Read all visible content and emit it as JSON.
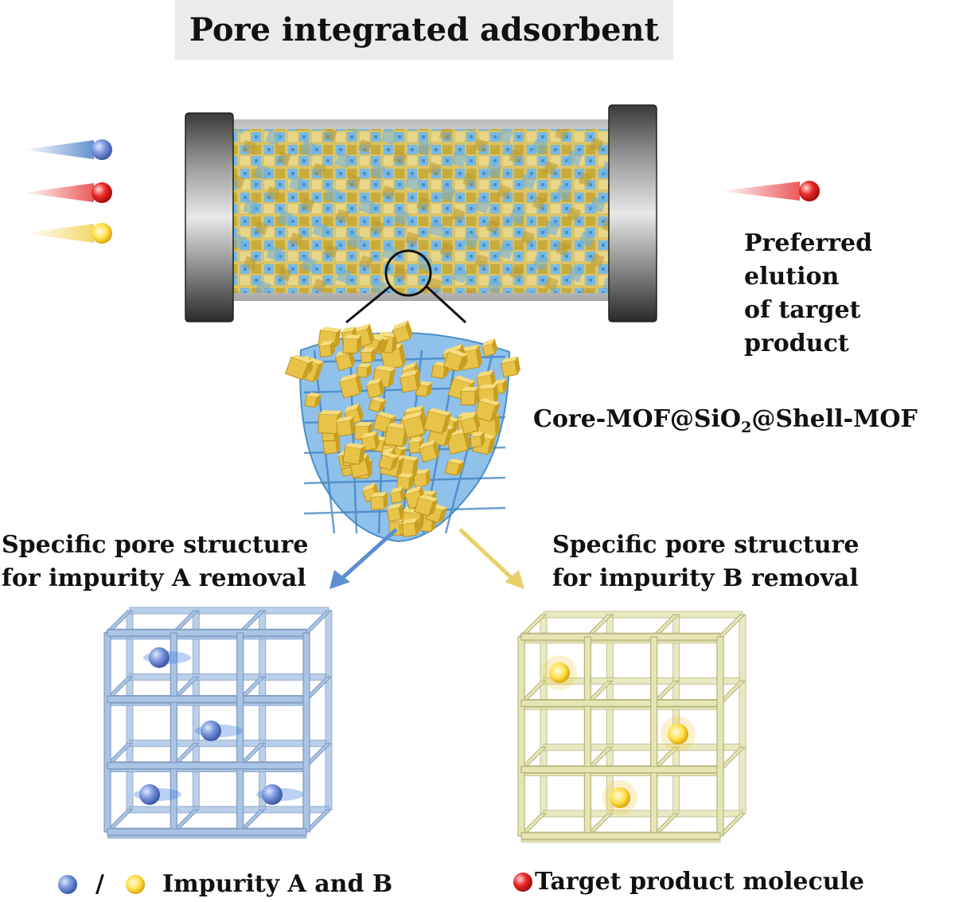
{
  "title": "Pore integrated adsorbent",
  "elution": {
    "line1": "Preferred elution",
    "line2": "of target product"
  },
  "composite": {
    "pre": "Core-MOF@SiO",
    "sub": "2",
    "post": "@Shell-MOF"
  },
  "branch_a": {
    "line1": "Specific pore structure",
    "line2": "for impurity A removal",
    "color": "#5b8fd0"
  },
  "branch_b": {
    "line1": "Specific pore structure",
    "line2": "for impurity B removal",
    "color": "#e8d06a"
  },
  "legend": {
    "slash": "/",
    "impurities": "Impurity A and B",
    "target": "Target product molecule"
  },
  "colors": {
    "impurity_a": "#6f8fd6",
    "impurity_b": "#f4d23a",
    "target": "#e8262a",
    "frame_a": "#aac4e6",
    "frame_b": "#e6e6b4",
    "mof_cube": "#e8c34a",
    "mof_core": "#6aa8e0"
  }
}
